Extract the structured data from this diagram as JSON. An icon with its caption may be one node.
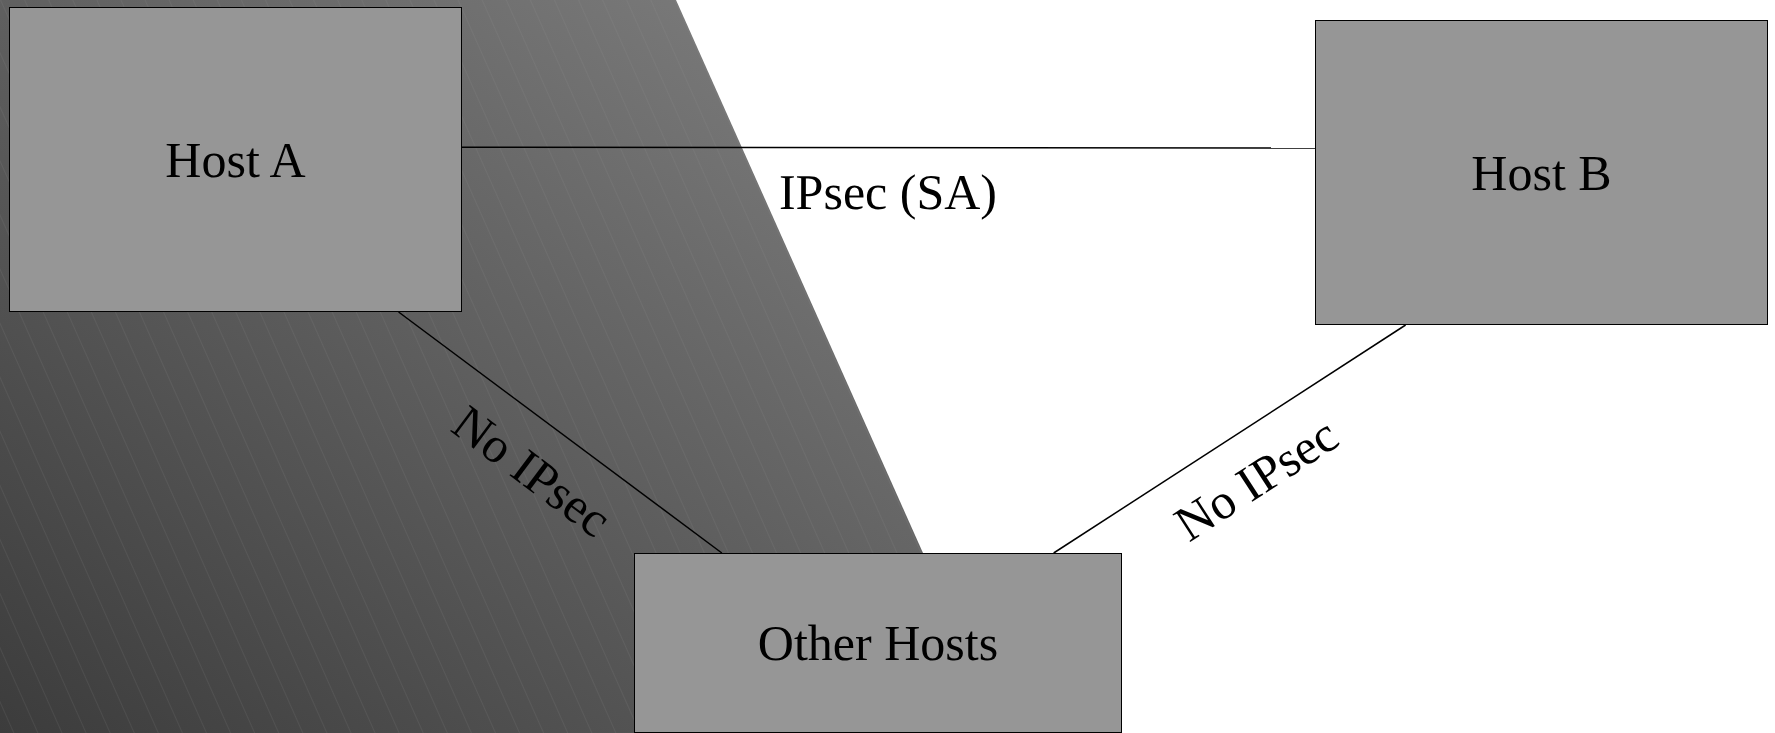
{
  "diagram": {
    "nodes": [
      {
        "text": [
          "Host A"
        ]
      },
      {
        "text": [
          "Host B"
        ]
      },
      {
        "text": [
          "Other Hosts"
        ]
      }
    ],
    "edges": [
      {
        "from": 0,
        "to": 1,
        "arrow": "none",
        "label": "IPsec (SA)"
      },
      {
        "from": 0,
        "to": 2,
        "arrow": "none",
        "label": "No IPsec"
      },
      {
        "from": 2,
        "to": 1,
        "arrow": "none",
        "label": "No IPsec"
      }
    ]
  }
}
